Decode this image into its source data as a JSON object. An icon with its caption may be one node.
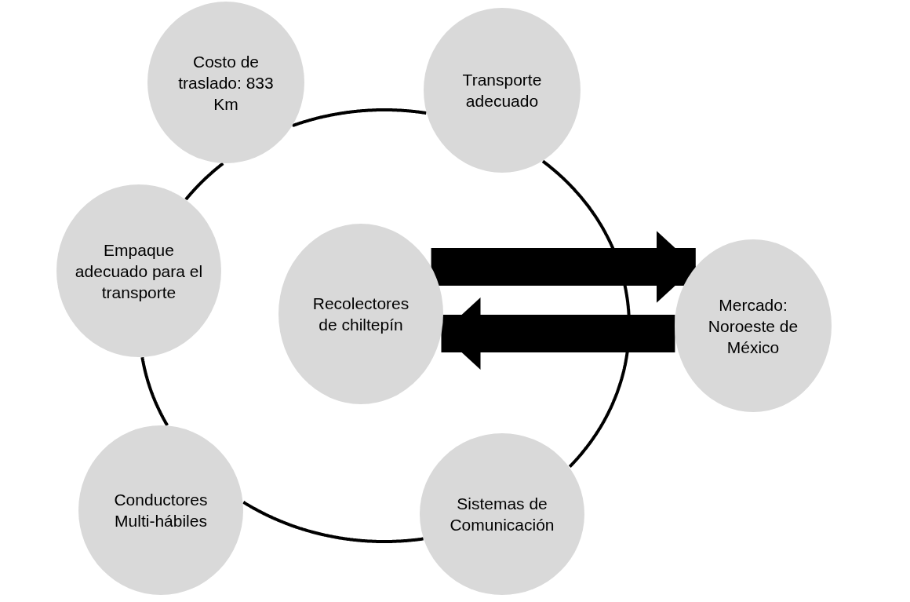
{
  "diagram": {
    "nodes": [
      {
        "text": [
          "Costo de traslado: 833 Km"
        ]
      },
      {
        "text": [
          "Transporte adecuado"
        ]
      },
      {
        "text": [
          "Empaque adecuado para el transporte"
        ]
      },
      {
        "text": [
          "Recolectores de chiltepín"
        ]
      },
      {
        "text": [
          "Mercado: Noroeste de México"
        ]
      },
      {
        "text": [
          "Conductores Multi-hábiles"
        ]
      },
      {
        "text": [
          "Sistemas de Comunicación"
        ]
      }
    ],
    "edges": [
      {
        "from": 0,
        "to": 1,
        "arrow": "none"
      },
      {
        "from": 1,
        "to": 6,
        "arrow": "none"
      },
      {
        "from": 6,
        "to": 5,
        "arrow": "none"
      },
      {
        "from": 5,
        "to": 2,
        "arrow": "none"
      },
      {
        "from": 2,
        "to": 0,
        "arrow": "none"
      },
      {
        "from": 3,
        "to": 4,
        "arrow": "to",
        "style": "thick"
      },
      {
        "from": 4,
        "to": 3,
        "arrow": "to",
        "style": "thick"
      }
    ]
  }
}
